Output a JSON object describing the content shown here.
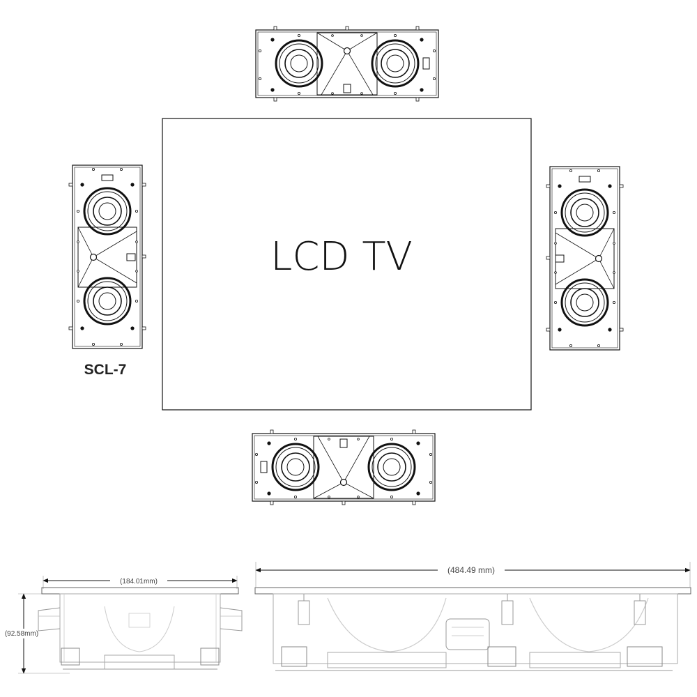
{
  "diagram": {
    "tv_label": "LCD TV",
    "model_label": "SCL-7",
    "dimensions": {
      "side_width": "(184.01mm)",
      "side_height": "(92.58mm)",
      "front_width": "(484.49 mm)"
    }
  },
  "colors": {
    "line": "#111111",
    "light_line": "#888888",
    "background": "#ffffff"
  }
}
